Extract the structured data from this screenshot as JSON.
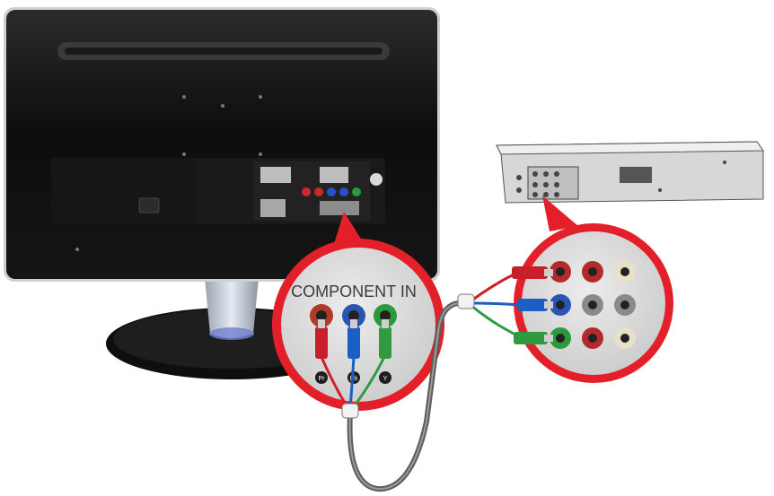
{
  "callout_left": {
    "title": "COMPONENT IN",
    "port_labels": [
      "Pr",
      "Pb",
      "Y"
    ]
  },
  "colors": {
    "callout_ring": "#e3202a",
    "callout_fill": "#dcdcdc",
    "monitor_body": "#111111",
    "cable_red": "#d0202a",
    "cable_blue": "#1c5fc4",
    "cable_green": "#2f9a3f",
    "cable_gray": "#6a6a6a"
  }
}
